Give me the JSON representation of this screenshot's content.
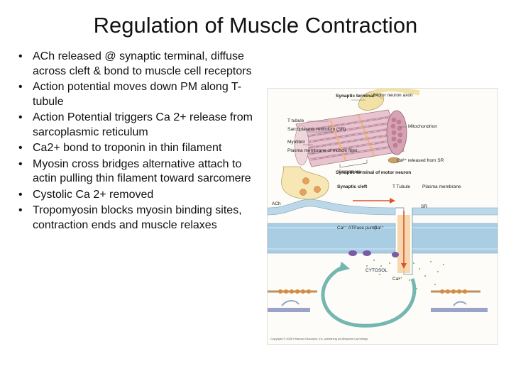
{
  "slide": {
    "title": "Regulation of Muscle Contraction",
    "bullets": [
      "ACh released @ synaptic terminal, diffuse across cleft & bond to muscle cell receptors",
      "Action potential moves down PM along T-tubule",
      "Action Potential triggers Ca 2+ release from sarcoplasmic reticulum",
      "Ca2+ bond to troponin in thin filament",
      "Myosin cross bridges alternative attach to actin pulling thin filament toward sarcomere",
      "Cystolic Ca 2+ removed",
      "Tropomyosin blocks myosin binding sites, contraction ends and muscle relaxes"
    ],
    "bullet_char": "•"
  },
  "figure": {
    "labels": {
      "synaptic_terminal": "Synaptic terminal",
      "motor_neuron_axon": "Motor neuron axon",
      "t_tubule": "T tubule",
      "sarcoplasmic_reticulum": "Sarcoplasmic reticulum (SR)",
      "myofibril": "Myofibril",
      "plasma_membrane_fiber": "Plasma membrane of muscle fiber",
      "mitochondrion": "Mitochondrion",
      "sarcomere": "Sarcomere",
      "ca_released": "Ca²⁺ released from SR",
      "synaptic_terminal_motor": "Synaptic terminal of motor neuron",
      "synaptic_cleft": "Synaptic cleft",
      "t_tubule_2": "T Tubule",
      "plasma_membrane": "Plasma membrane",
      "ach": "ACh",
      "sr": "SR",
      "ca_atpase": "Ca²⁺ ATPase pump",
      "ca2_a": "Ca²⁺",
      "cytosol": "CYTOSOL",
      "ca2_b": "Ca²⁺",
      "copyright": "Copyright © 2005 Pearson Education, Inc. publishing as Benjamin Cummings"
    }
  },
  "colors": {
    "muscle_pink": "#d9a7b8",
    "sr_blue": "#a9cde3",
    "ttubule_orange": "#f0b060",
    "neuron_yellow": "#f3e2a6",
    "arrow_teal": "#74b6b0",
    "myosin_orange": "#d98a3a"
  }
}
